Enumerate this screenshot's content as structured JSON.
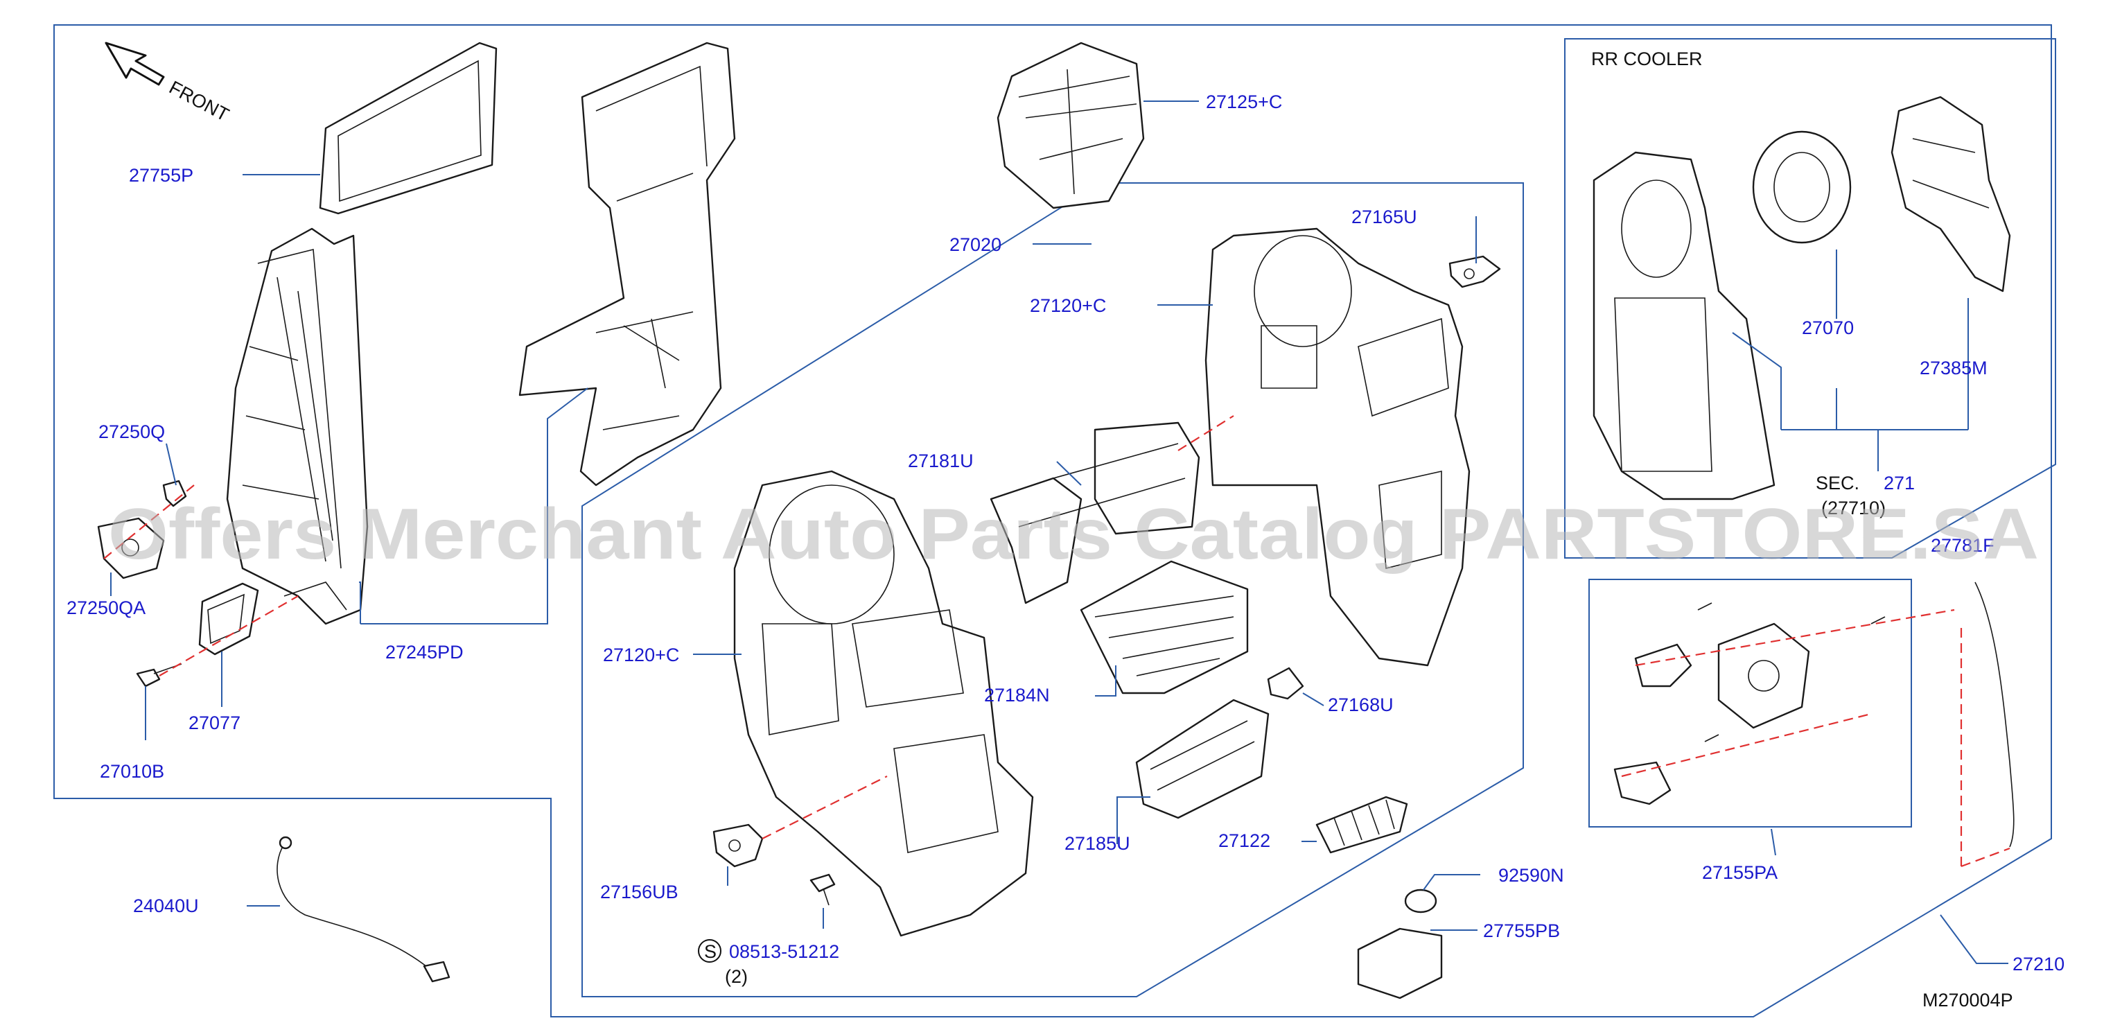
{
  "diagram": {
    "watermark": "Offers Merchant Auto Parts Catalog PARTSTORE.SA",
    "front_label": "FRONT",
    "inset_title": "RR COOLER",
    "diagram_code": "M270004P",
    "sec_ref": {
      "prefix": "SEC.",
      "number": "271",
      "sub": "(27710)"
    },
    "screw_symbol": "S",
    "screw_qty": "(2)",
    "colors": {
      "label": "#1a1acc",
      "frame": "#2b5ca8",
      "dash": "#e03030",
      "outline": "#1a1a1a"
    },
    "part_numbers": {
      "p27755P": "27755P",
      "p27250Q": "27250Q",
      "p27250QA": "27250QA",
      "p27077": "27077",
      "p27010B": "27010B",
      "p27245PD": "27245PD",
      "p24040U": "24040U",
      "p27125C": "27125+C",
      "p27020": "27020",
      "p27165U": "27165U",
      "p27120C_top": "27120+C",
      "p27181U": "27181U",
      "p27120C_left": "27120+C",
      "p27184N": "27184N",
      "p27168U": "27168U",
      "p27185U": "27185U",
      "p27122": "27122",
      "p27156UB": "27156UB",
      "p08513": "08513-51212",
      "p92590N": "92590N",
      "p27755PB": "27755PB",
      "p27070": "27070",
      "p27385M": "27385M",
      "p27781F": "27781F",
      "p27155PA": "27155PA",
      "p27210": "27210"
    }
  }
}
